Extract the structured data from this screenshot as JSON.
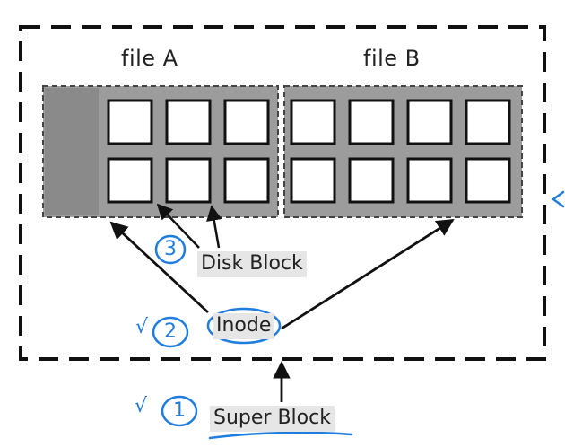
{
  "diagram": {
    "file_a_label": "file A",
    "file_b_label": "file B",
    "disk_block_label": "Disk Block",
    "inode_label": "Inode",
    "super_block_label": "Super Block",
    "annotations": {
      "step_3": "3",
      "step_2": "2",
      "step_1": "1",
      "check_2": "√",
      "check_1": "√"
    },
    "file_a_blocks": {
      "rows": 2,
      "cols": 3
    },
    "file_b_blocks": {
      "rows": 2,
      "cols": 4
    },
    "colors": {
      "border": "#111111",
      "region_fill": "#9c9c9c",
      "region_dark": "#8a8a8a",
      "block_fill": "#ffffff",
      "tag_bg": "#e6e6e6",
      "annotation_ink": "#1f7de0"
    }
  }
}
